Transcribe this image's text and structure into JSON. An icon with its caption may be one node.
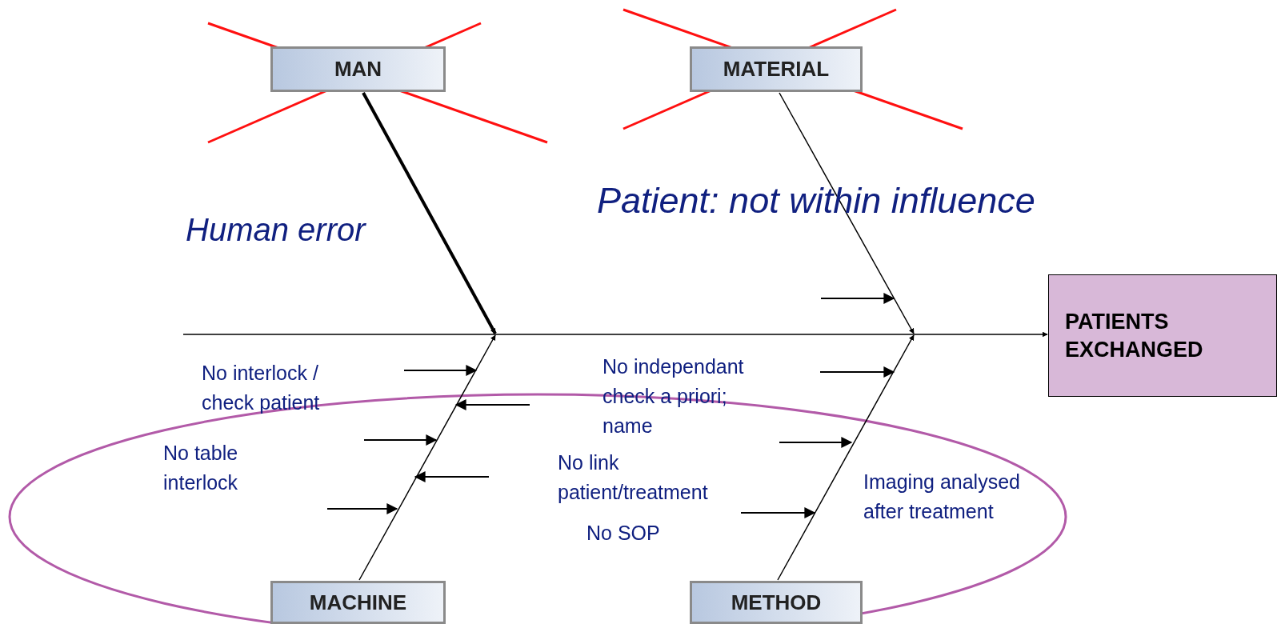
{
  "diagram": {
    "nodes": [
      {
        "text": [
          "MAN"
        ]
      },
      {
        "text": [
          "MATERIAL"
        ]
      },
      {
        "text": [
          "MACHINE"
        ]
      },
      {
        "text": [
          "METHOD"
        ]
      },
      {
        "text": [
          "PATIENTS EXCHANGED"
        ]
      }
    ],
    "edges": [
      {
        "from": null,
        "to": 4,
        "arrow": "to"
      },
      {
        "from": 0,
        "to": null,
        "arrow": "to",
        "style": "thick"
      },
      {
        "from": 1,
        "to": null,
        "arrow": "to"
      },
      {
        "from": 2,
        "to": null,
        "arrow": "to"
      },
      {
        "from": 3,
        "to": null,
        "arrow": "to"
      }
    ],
    "labels": [
      "Human error",
      "Patient: not within influence",
      "No interlock / check patient",
      "No table interlock",
      "No independant check a priori; name",
      "No link patient/treatment",
      "No SOP",
      "Imaging analysed after treatment"
    ]
  }
}
